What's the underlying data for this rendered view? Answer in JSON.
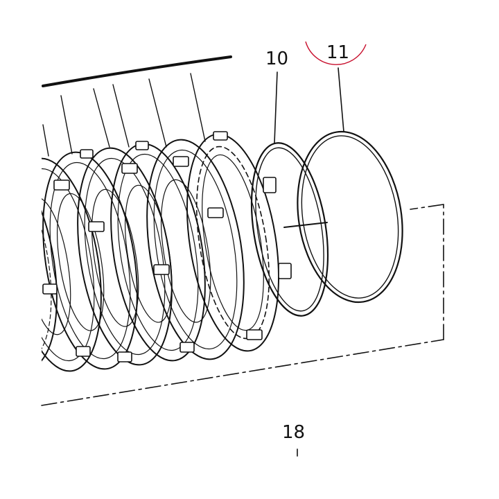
{
  "diagram": {
    "callouts": {
      "part_10": "10",
      "part_11": "11",
      "part_18": "18"
    },
    "highlight_color": "#c8102e",
    "line_color": "#111111"
  }
}
